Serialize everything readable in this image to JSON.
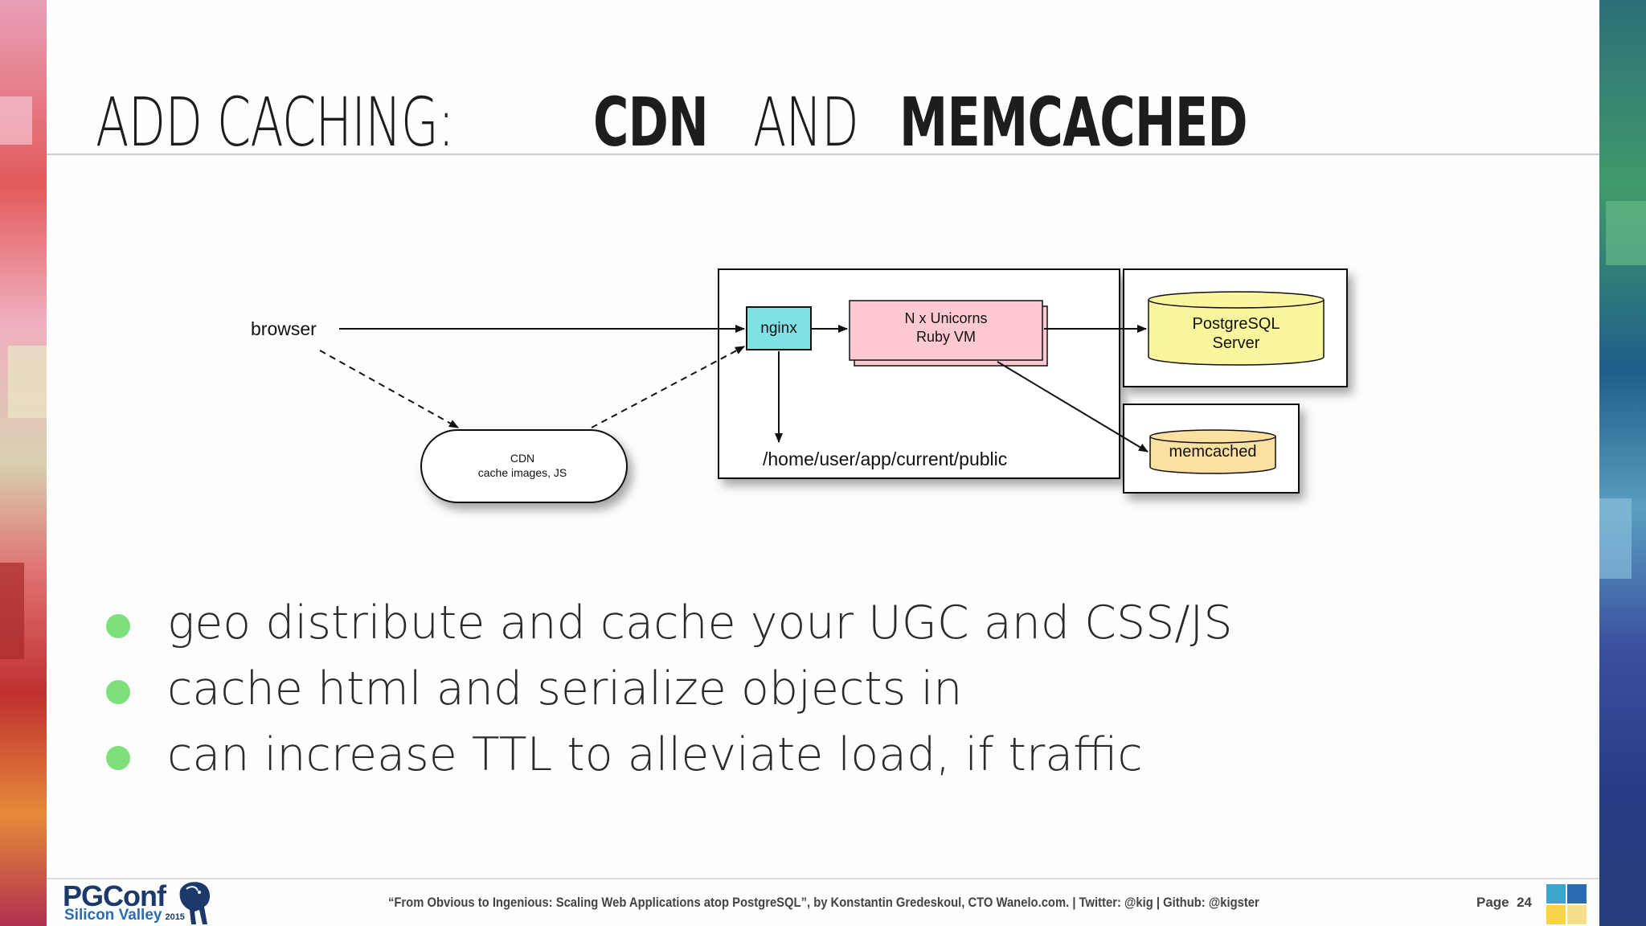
{
  "slide": {
    "title_light_1": "ADD CACHING: ",
    "title_bold_1": "CDN",
    "title_light_2": " AND ",
    "title_bold_2": "MEMCACHED"
  },
  "diagram": {
    "browser": "browser",
    "cdn_line1": "CDN",
    "cdn_line2": "cache images, JS",
    "nginx": "nginx",
    "unicorns_line1": "N x Unicorns",
    "unicorns_line2": "Ruby VM",
    "public_path": "/home/user/app/current/public",
    "postgres_line1": "PostgreSQL",
    "postgres_line2": "Server",
    "memcached": "memcached"
  },
  "bullets": [
    "geo distribute and cache your UGC and CSS/JS",
    "cache html and serialize objects in",
    "can increase TTL to alleviate load, if traffic"
  ],
  "footer": {
    "logo_main": "PGConf",
    "logo_sub": "Silicon Valley",
    "logo_year": "2015",
    "citation": "“From Obvious to Ingenious: Scaling Web Applications atop PostgreSQL”, by Konstantin Gredeskoul, CTO Wanelo.com. | Twitter: @kig | Github: @kigster",
    "page_label": "Page",
    "page_number": "24"
  },
  "colors": {
    "bullet": "#7de07a",
    "nginx_fill": "#7fe3e6",
    "unicorns_fill": "#ffc9d1",
    "postgres_fill": "#fbf59d",
    "memcached_fill": "#fbe0a0"
  }
}
